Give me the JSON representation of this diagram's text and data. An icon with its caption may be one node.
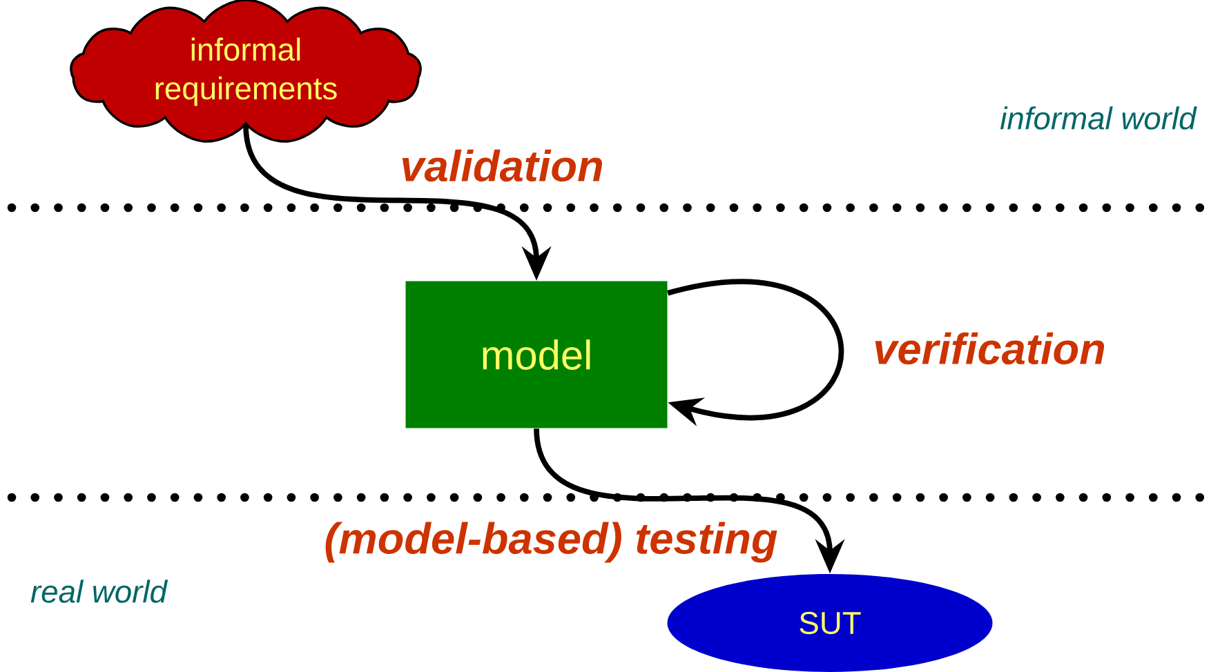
{
  "diagram": {
    "nodes": [
      {
        "text": [
          "informal requirements"
        ]
      },
      {
        "text": [
          "model"
        ]
      },
      {
        "text": [
          "SUT"
        ]
      }
    ],
    "edges": [
      {
        "from": 0,
        "to": 1,
        "arrow": "to",
        "label": "validation"
      },
      {
        "from": 1,
        "to": 1,
        "arrow": "to",
        "label": "verification"
      },
      {
        "from": 1,
        "to": 2,
        "arrow": "to",
        "label": "(model-based) testing"
      }
    ],
    "labels": [
      "informal world",
      "real world"
    ]
  }
}
